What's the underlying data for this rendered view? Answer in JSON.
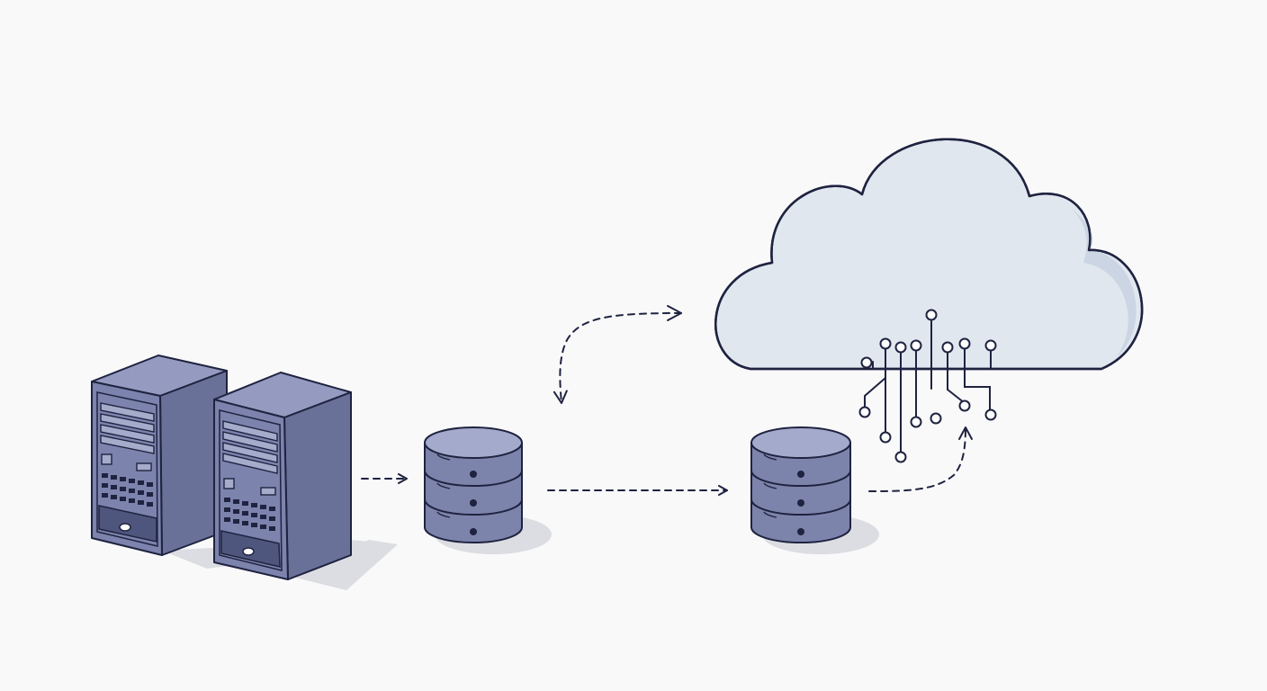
{
  "diagram": {
    "nodes": [
      {
        "id": "server-rack-1",
        "kind": "server",
        "icon": "server-rack-icon"
      },
      {
        "id": "server-rack-2",
        "kind": "server",
        "icon": "server-rack-icon"
      },
      {
        "id": "database-1",
        "kind": "database",
        "icon": "database-icon"
      },
      {
        "id": "database-2",
        "kind": "database",
        "icon": "database-icon"
      },
      {
        "id": "cloud",
        "kind": "cloud",
        "icon": "cloud-circuit-icon"
      }
    ],
    "edges": [
      {
        "from": "server-rack-2",
        "to": "database-1",
        "style": "dashed"
      },
      {
        "from": "database-1",
        "to": "database-2",
        "style": "dashed"
      },
      {
        "from": "database-2",
        "to": "cloud",
        "style": "dashed-curved"
      },
      {
        "from": "cloud",
        "to": "database-1",
        "style": "dashed-curved-bidirectional"
      }
    ]
  },
  "colors": {
    "background": "#f9f9fa",
    "outline": "#1f2340",
    "server_front": "#7c83ad",
    "server_side": "#6a7199",
    "server_top": "#959bc0",
    "panel_light": "#a5abcb",
    "database_body": "#7d84ab",
    "database_top": "#a4aacb",
    "cloud_fill": "#e1e7ef",
    "cloud_shade": "#cbd5e3",
    "shadow": "#dcdde2"
  }
}
